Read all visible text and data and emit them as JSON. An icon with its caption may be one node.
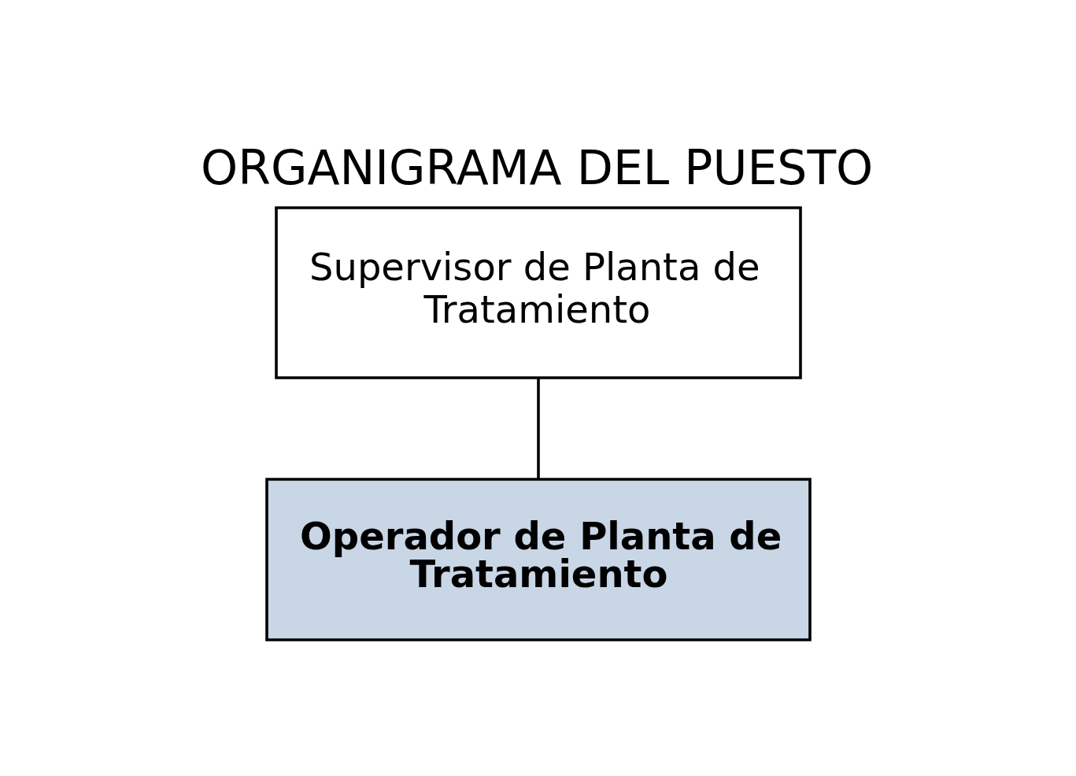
{
  "diagram": {
    "title": "ORGANIGRAMA DEL PUESTO",
    "nodes": [
      {
        "text": [
          "Supervisor de Planta de Tratamiento"
        ]
      },
      {
        "text": [
          "Operador de Planta de Tratamiento"
        ]
      }
    ],
    "edges": [
      {
        "from": 0,
        "to": 1,
        "arrow": "none"
      }
    ]
  }
}
